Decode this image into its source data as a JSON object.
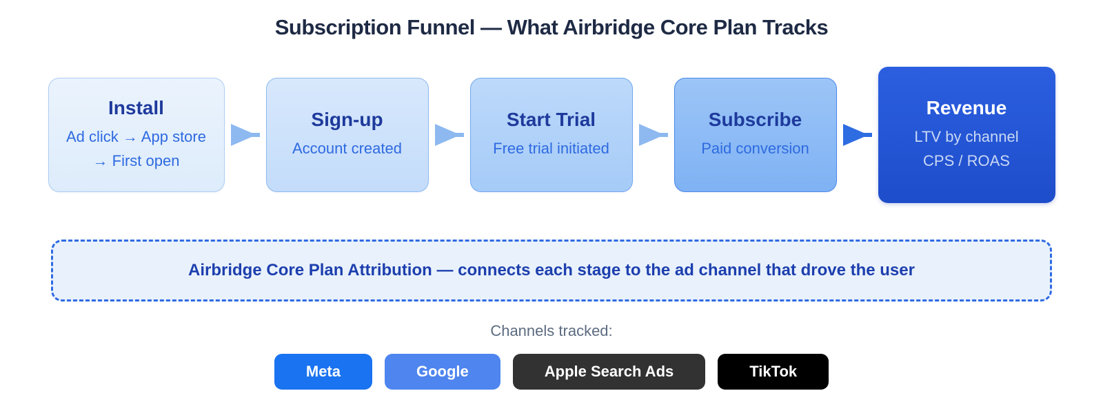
{
  "title": "Subscription Funnel — What Airbridge Core Plan Tracks",
  "funnel": {
    "stages": [
      {
        "label": "Install",
        "description": "Ad click → App store → First open"
      },
      {
        "label": "Sign-up",
        "description": "Account created"
      },
      {
        "label": "Start Trial",
        "description": "Free trial initiated"
      },
      {
        "label": "Subscribe",
        "description": "Paid conversion"
      },
      {
        "label": "Revenue",
        "description_line1": "LTV by channel",
        "description_line2": "CPS / ROAS"
      }
    ]
  },
  "attribution_banner": {
    "text": "Airbridge Core Plan Attribution — connects each stage to the ad channel that drove the user"
  },
  "channels": {
    "heading": "Channels tracked:",
    "items": [
      {
        "label": "Meta",
        "color": "#1a73f0"
      },
      {
        "label": "Google",
        "color": "#4e85ef"
      },
      {
        "label": "Apple Search Ads",
        "color": "#323232"
      },
      {
        "label": "TikTok",
        "color": "#000000"
      }
    ]
  },
  "colors": {
    "title_text": "#1e2a44",
    "stage_title_text": "#1e3a9c",
    "stage_sub_text": "#2e6ae0",
    "revenue_bg": "#2356d8",
    "arrow_light": "#8db9f0",
    "arrow_dark": "#2e6ce2",
    "banner_border": "#2f6ae3",
    "banner_bg": "#e9f2fc",
    "banner_text": "#1d3fae",
    "channels_heading_text": "#5c6b80"
  }
}
